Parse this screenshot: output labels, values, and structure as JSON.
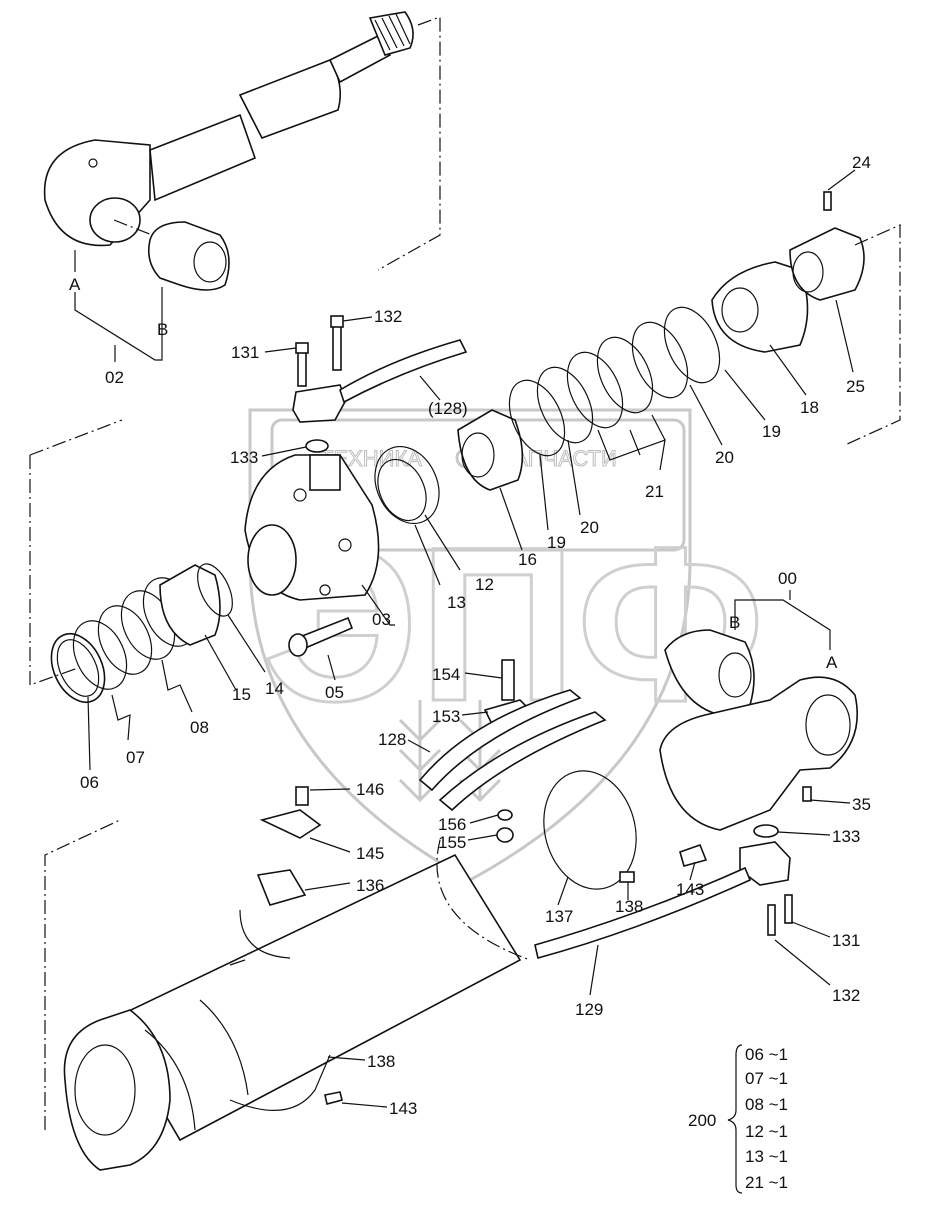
{
  "diagram": {
    "type": "exploded-parts-drawing",
    "subject": "hydraulic cylinder",
    "watermark": {
      "top_text_left": "ТЕХНИКА",
      "top_text_right": "ЗАПЧАСТИ",
      "logo_letters": "ЭПФ",
      "color": "#c8c8c8"
    },
    "assemblies": [
      {
        "id": "02",
        "label": "02",
        "subparts": [
          "A",
          "B"
        ],
        "description": "piston rod with eye and bushing"
      },
      {
        "id": "00",
        "label": "00",
        "subparts": [
          "B",
          "A"
        ],
        "description": "cylinder tube eye and bushing"
      }
    ],
    "callouts": {
      "a_rod": "A",
      "b_rod": "B",
      "p02": "02",
      "p131_top": "131",
      "p132_top": "132",
      "p128_paren": "(128)",
      "p133_top": "133",
      "p24": "24",
      "p25": "25",
      "p18": "18",
      "p19_right": "19",
      "p20_right": "20",
      "p21": "21",
      "p20_mid": "20",
      "p19_mid": "19",
      "p16": "16",
      "p12": "12",
      "p13": "13",
      "p03": "03",
      "p05": "05",
      "p14": "14",
      "p15": "15",
      "p08": "08",
      "p07": "07",
      "p06": "06",
      "p00": "00",
      "b_tube": "B",
      "a_tube": "A",
      "p35": "35",
      "p133_bot": "133",
      "p154": "154",
      "p153": "153",
      "p128": "128",
      "p156": "156",
      "p155": "155",
      "p146": "146",
      "p145": "145",
      "p136": "136",
      "p137": "137",
      "p138_mid": "138",
      "p143_mid": "143",
      "p129": "129",
      "p131_bot": "131",
      "p132_bot": "132",
      "p138_bot": "138",
      "p143_bot": "143"
    },
    "kit": {
      "label": "200",
      "items": [
        "06 ~1",
        "07 ~1",
        "08 ~1",
        "12 ~1",
        "13 ~1",
        "21 ~1"
      ]
    }
  }
}
